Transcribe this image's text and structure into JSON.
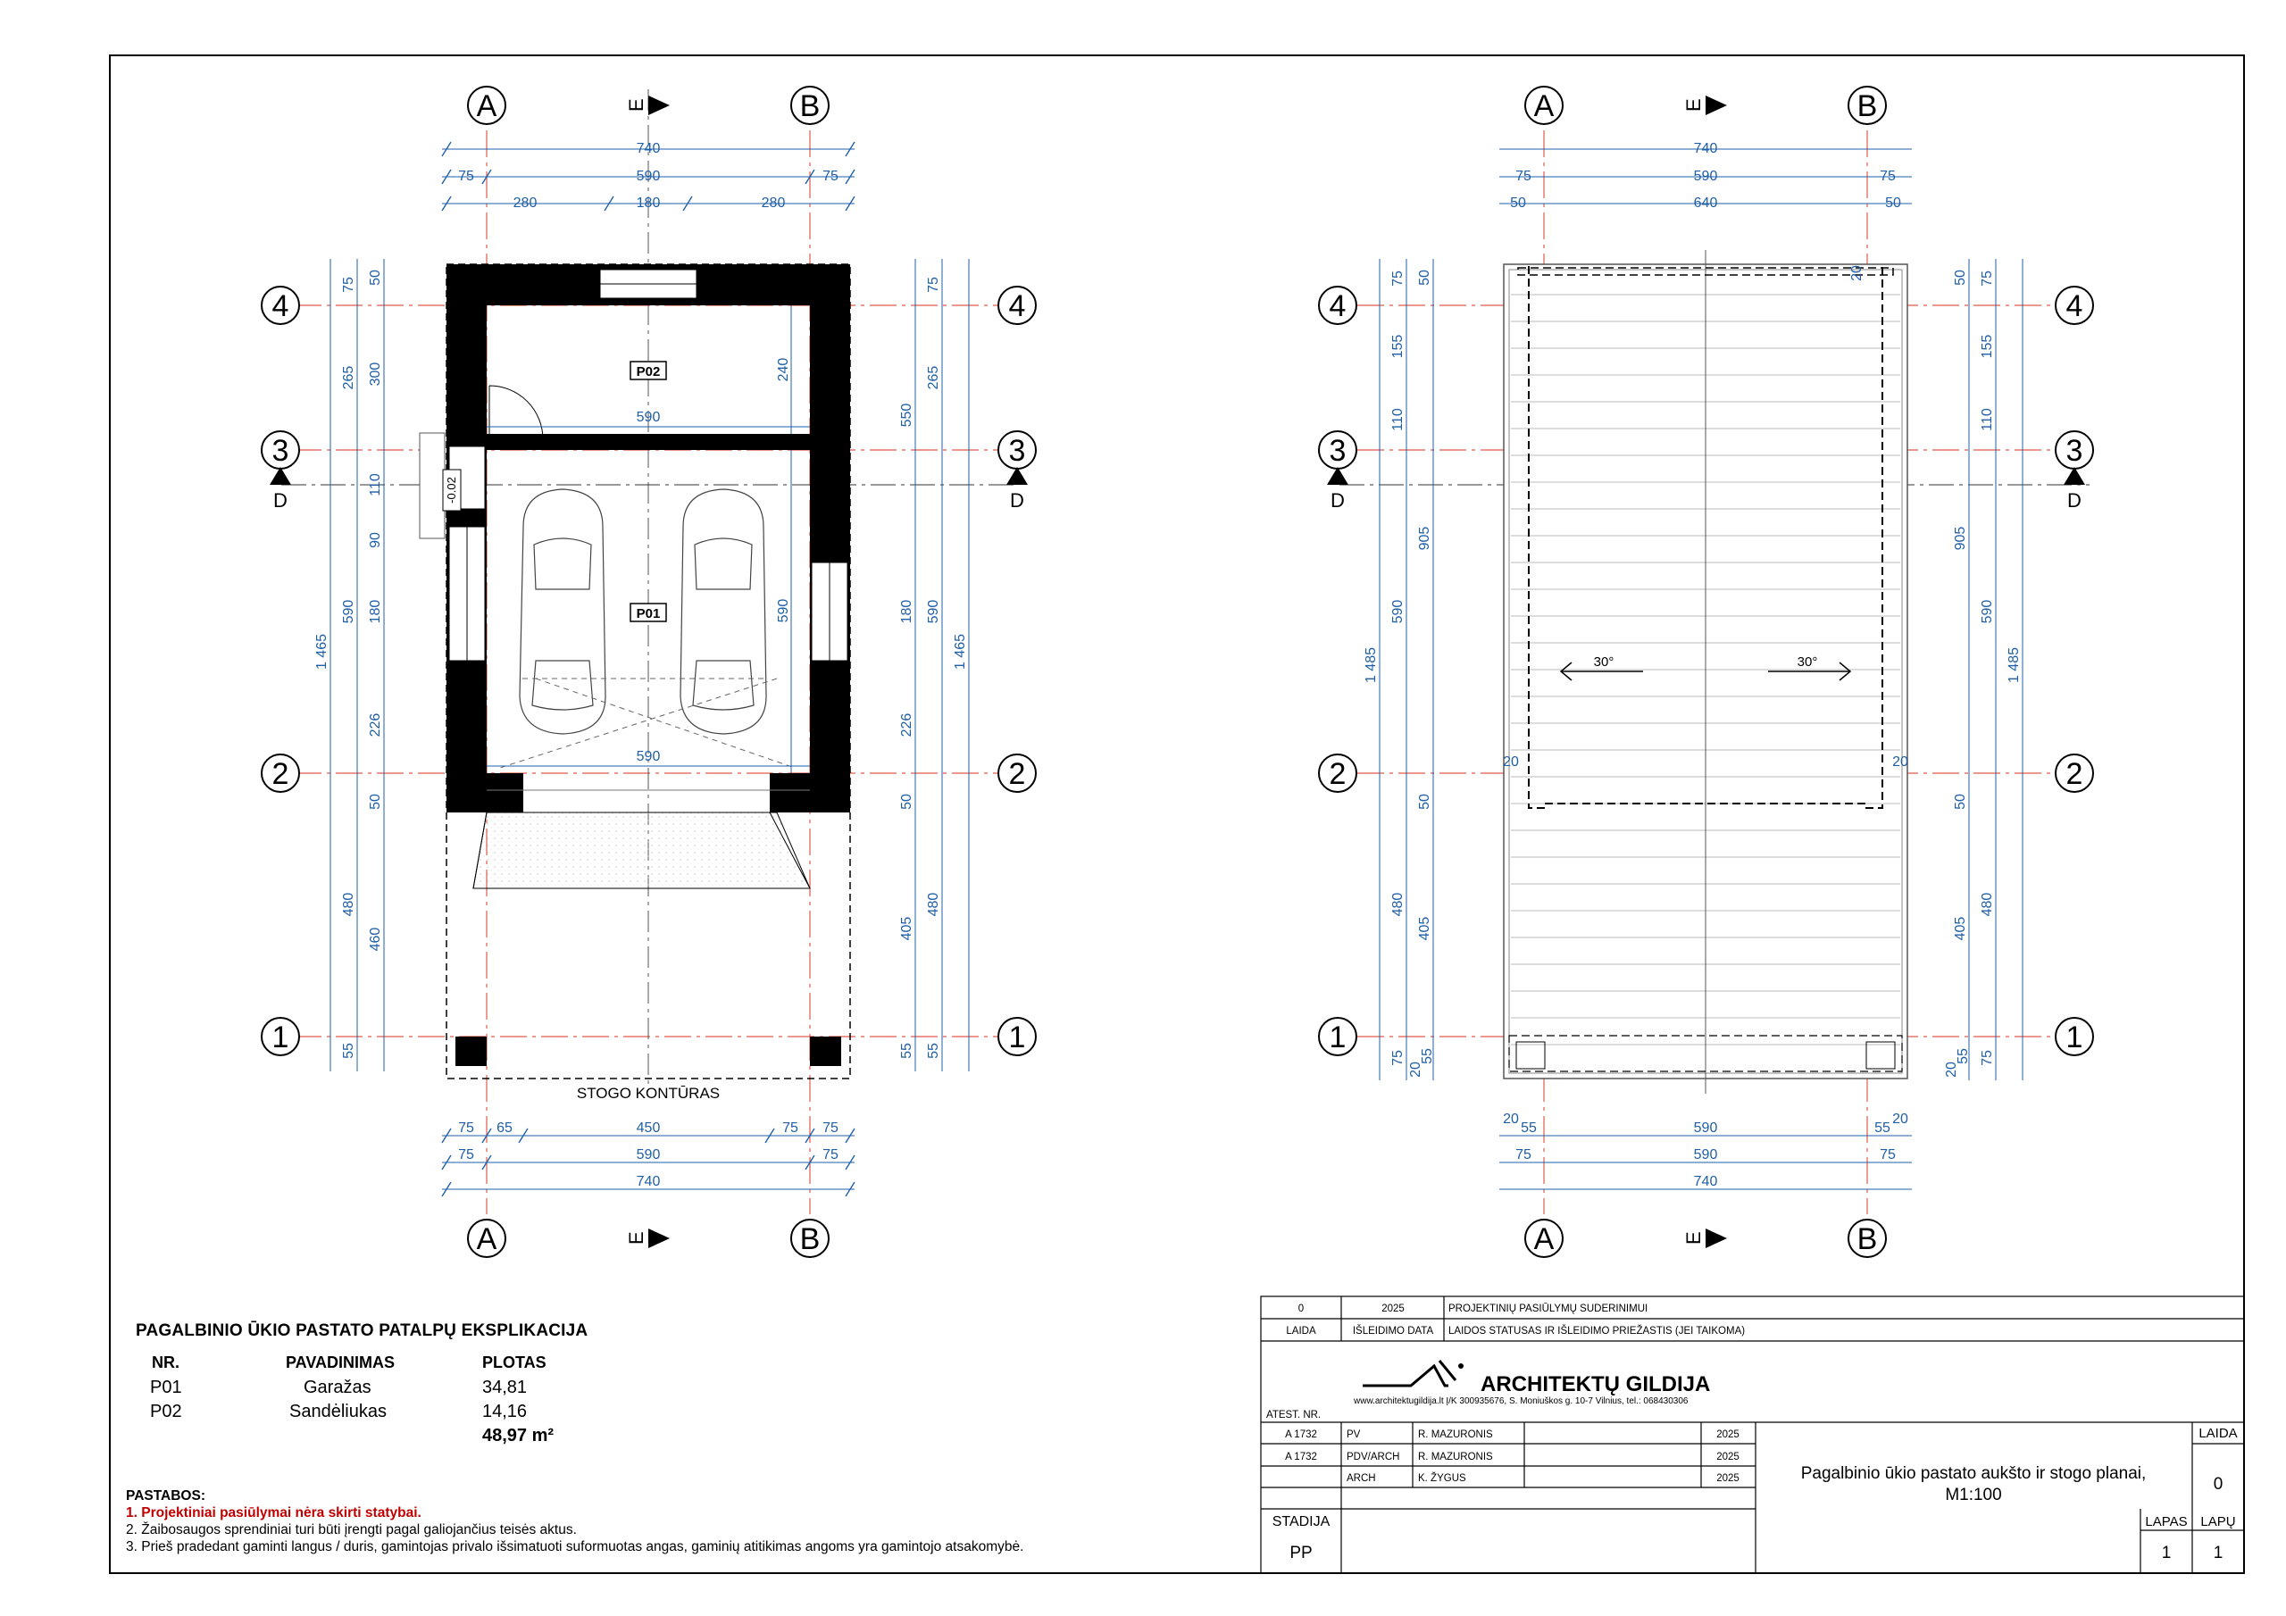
{
  "drawing": {
    "axes": {
      "A": "A",
      "B": "B",
      "r1": "1",
      "r2": "2",
      "r3": "3",
      "r4": "4"
    },
    "section_mark": "D",
    "north": "E",
    "plan1": {
      "top_dims": {
        "total": "740",
        "r1a": "75",
        "r1b": "590",
        "r1c": "75",
        "r2a": "280",
        "r2b": "180",
        "r2c": "280"
      },
      "bottom_dims": {
        "a": "75",
        "b": "65",
        "c": "450",
        "d": "75",
        "e": "75",
        "f": "75",
        "g": "590",
        "h": "75",
        "total": "740"
      },
      "left_dims": {
        "c1a": "75",
        "c1b": "265",
        "c1c": "590",
        "c1d": "480",
        "c1e": "55",
        "c2a": "50",
        "c2b": "300",
        "c2c": "110",
        "c2d": "90",
        "c2e": "180",
        "c2f": "226",
        "c2g": "50",
        "c2h": "460",
        "total": "1 465"
      },
      "right_dims": {
        "c1a": "550",
        "c1b": "180",
        "c1c": "226",
        "c1d": "50",
        "c1e": "405",
        "c1f": "55",
        "c2a": "75",
        "c2b": "265",
        "c2c": "590",
        "c2d": "480",
        "c2e": "55",
        "total": "1 465"
      },
      "rooms": {
        "p01": "P01",
        "p02": "P02"
      },
      "inner": {
        "w1": "590",
        "w2": "590",
        "h1": "240",
        "h2": "590"
      },
      "level": "-0.02",
      "roof_outline": "STOGO KONTŪRAS"
    },
    "plan2": {
      "top_dims": {
        "total": "740",
        "a": "75",
        "b": "590",
        "c": "75",
        "d": "50",
        "e": "640",
        "f": "50",
        "g": "20"
      },
      "bottom_dims": {
        "a": "20",
        "b": "55",
        "c": "590",
        "d": "55",
        "e": "20",
        "f": "75",
        "g": "590",
        "h": "75",
        "total": "740"
      },
      "left_dims": {
        "a": "75",
        "b": "155",
        "c": "110",
        "d": "590",
        "e": "480",
        "f": "75",
        "g": "50",
        "h": "905",
        "i": "50",
        "j": "405",
        "k": "20",
        "l": "55",
        "total": "1 485"
      },
      "right_dims": {
        "a": "50",
        "b": "905",
        "c": "50",
        "d": "405",
        "e": "20",
        "f": "55",
        "g": "75",
        "h": "155",
        "i": "110",
        "j": "590",
        "k": "480",
        "l": "75",
        "total": "1 485"
      },
      "slope": "30°",
      "side": "20"
    }
  },
  "explication": {
    "title": "PAGALBINIO ŪKIO PASTATO PATALPŲ EKSPLIKACIJA",
    "headers": [
      "NR.",
      "PAVADINIMAS",
      "PLOTAS"
    ],
    "rows": [
      [
        "P01",
        "Garažas",
        "34,81"
      ],
      [
        "P02",
        "Sandėliukas",
        "14,16"
      ]
    ],
    "total": "48,97 m²"
  },
  "notes": {
    "title": "PASTABOS:",
    "n1": "1. Projektiniai pasiūlymai nėra skirti statybai.",
    "n2": "2. Žaibosaugos sprendiniai turi būti įrengti pagal galiojančius teisės aktus.",
    "n3": "3. Prieš pradedant gaminti langus / duris, gamintojas privalo išsimatuoti suformuotas angas, gaminių atitikimas angoms yra gamintojo atsakomybė."
  },
  "title_block": {
    "issue_no": "0",
    "issue_year": "2025",
    "issue_reason": "PROJEKTINIŲ PASIŪLYMŲ SUDERINIMUI",
    "h_issue": "LAIDA",
    "h_date": "IŠLEIDIMO DATA",
    "h_status": "LAIDOS STATUSAS IR IŠLEIDIMO PRIEŽASTIS (JEI TAIKOMA)",
    "company": "ARCHITEKTŲ GILDIJA",
    "company_info": "www.architektugildija.lt  Į/K 300935676, S. Moniuškos g. 10-7 Vilnius, tel.: 068430306",
    "atest": "ATEST. NR.",
    "rows": [
      [
        "A 1732",
        "PV",
        "R. MAZURONIS",
        "2025"
      ],
      [
        "A 1732",
        "PDV/ARCH",
        "R. MAZURONIS",
        "2025"
      ],
      [
        "",
        "ARCH",
        "K. ŽYGUS",
        "2025"
      ]
    ],
    "sheet_title_1": "Pagalbinio ūkio pastato aukšto ir stogo planai,",
    "sheet_title_2": "M1:100",
    "h_laida": "LAIDA",
    "laida": "0",
    "h_stadija": "STADIJA",
    "stadija": "PP",
    "h_lapas": "LAPAS",
    "lapas": "1",
    "h_lapu": "LAPŲ",
    "lapu": "1"
  }
}
